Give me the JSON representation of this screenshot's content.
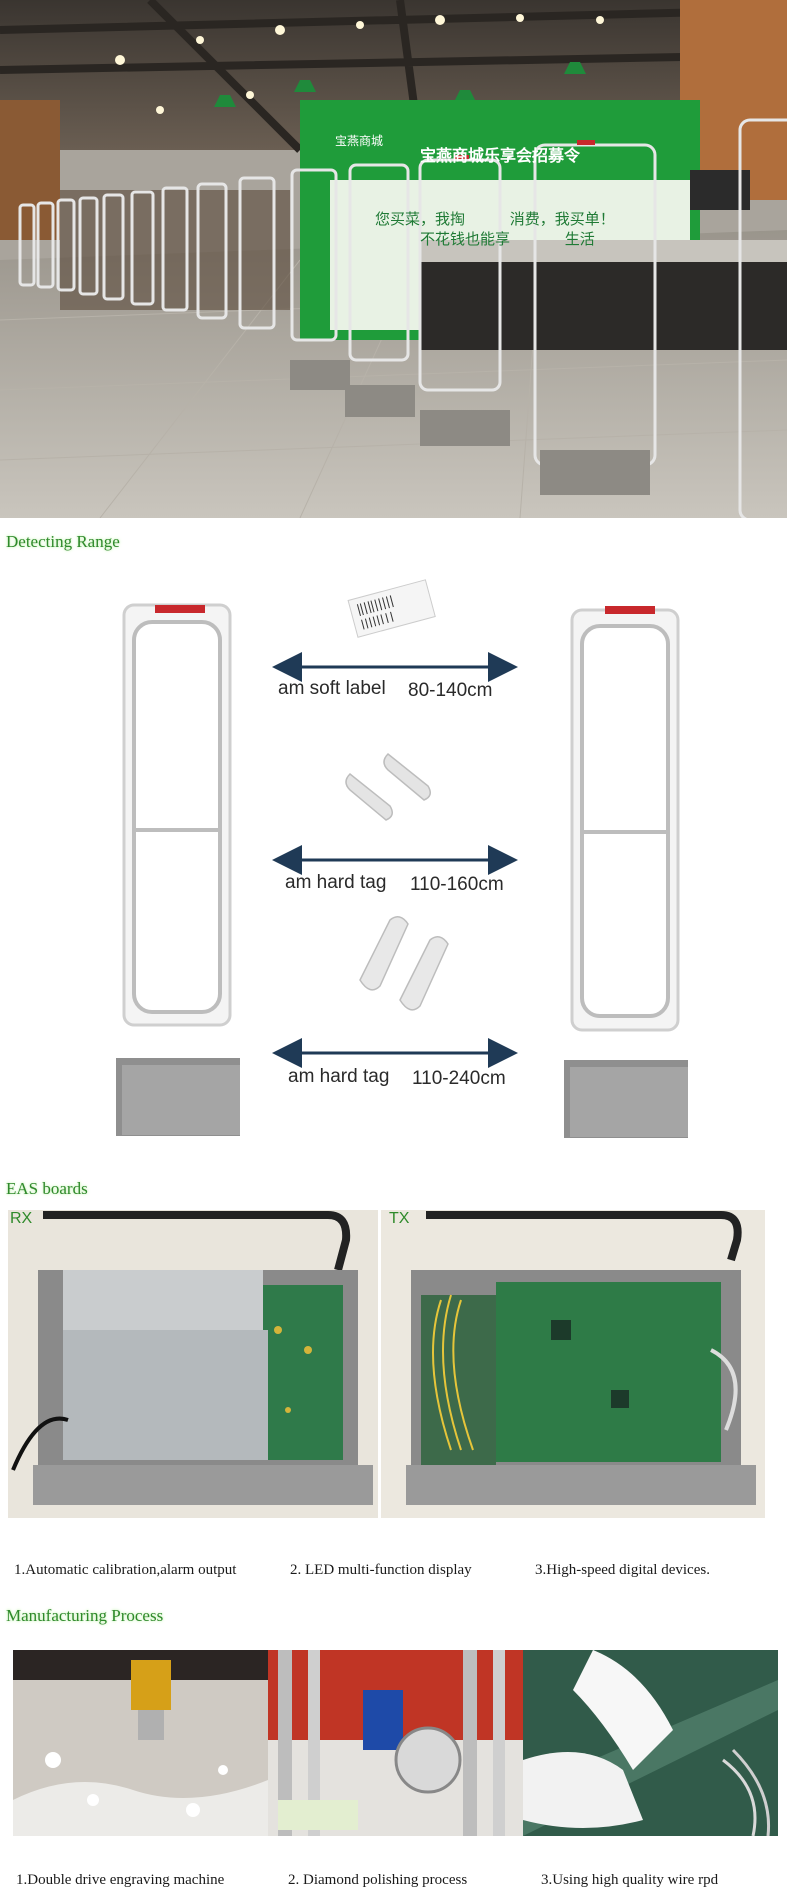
{
  "sections": {
    "detecting_range": "Detecting Range",
    "eas_boards": "EAS boards",
    "manufacturing": "Manufacturing Process"
  },
  "store_sign": {
    "mall_name": "宝燕商城",
    "banner": "宝燕商城乐享会招募令",
    "line1": "您买菜，我掏",
    "line1b": "消费，我买单！",
    "line2": "不花钱也能享",
    "line2b": "生活"
  },
  "ranges": [
    {
      "tag": "am soft label",
      "distance": "80-140cm"
    },
    {
      "tag": "am hard tag",
      "distance": "110-160cm"
    },
    {
      "tag": "am hard tag",
      "distance": "110-240cm"
    }
  ],
  "boards": {
    "rx_label": "RX",
    "tx_label": "TX",
    "features": [
      "1.Automatic calibration,alarm output",
      "2. LED multi-function display",
      "3.High-speed digital devices."
    ]
  },
  "process": {
    "steps": [
      "1.Double drive engraving machine",
      "2. Diamond polishing process",
      "3.Using high quality wire rpd"
    ]
  },
  "colors": {
    "section_title": "#2f8a2b",
    "banner_green": "#1f9c3a",
    "arrow": "#1f3a56",
    "gate_red": "#c8282c"
  }
}
